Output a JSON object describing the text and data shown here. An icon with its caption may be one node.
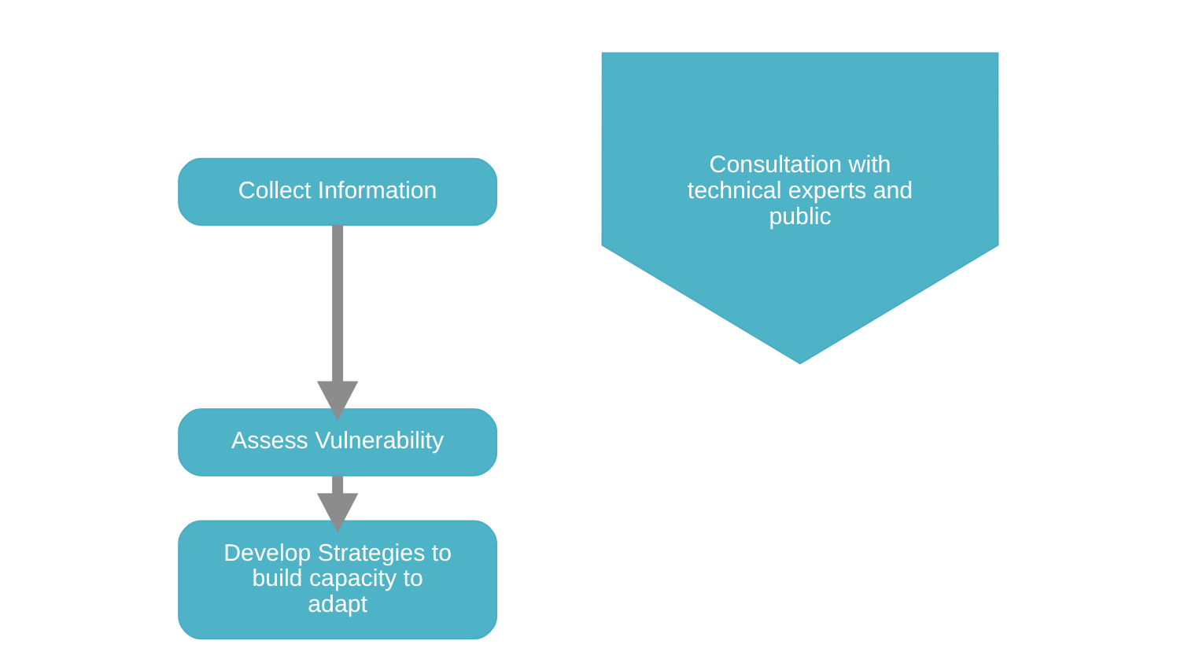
{
  "diagram": {
    "nodes": [
      {
        "text": [
          "Collect Information"
        ]
      },
      {
        "text": [
          "Assess Vulnerability"
        ]
      },
      {
        "text": [
          "Develop Strategies to build capacity to adapt"
        ]
      },
      {
        "text": [
          "Consultation with technical experts and public"
        ]
      }
    ],
    "edges": [
      {
        "from": 0,
        "to": 1,
        "arrow": "to"
      },
      {
        "from": 1,
        "to": 2,
        "arrow": "to"
      }
    ]
  }
}
